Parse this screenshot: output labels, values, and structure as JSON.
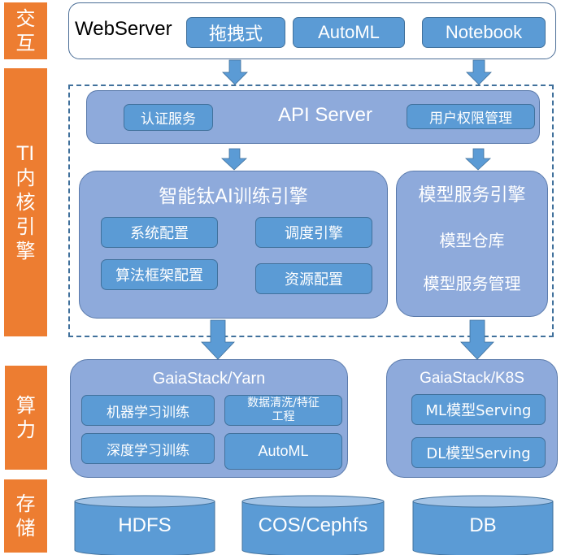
{
  "layers": {
    "interaction": "交\n互",
    "core": "TI\n内\n核\n引\n擎",
    "compute": "算\n力",
    "storage": "存\n储"
  },
  "interaction": {
    "webserver_label": "WebServer",
    "buttons": [
      "拖拽式",
      "AutoML",
      "Notebook"
    ]
  },
  "api_server": {
    "title": "API Server",
    "left_item": "认证服务",
    "right_item": "用户权限管理"
  },
  "training_engine": {
    "title": "智能钛AI训练引擎",
    "items": [
      "系统配置",
      "调度引擎",
      "算法框架配置",
      "资源配置"
    ]
  },
  "model_engine": {
    "title": "模型服务引擎",
    "items": [
      "模型仓库",
      "模型服务管理"
    ]
  },
  "yarn": {
    "title": "GaiaStack/Yarn",
    "items": [
      "机器学习训练",
      "数据清洗/特征\n工程",
      "深度学习训练",
      "AutoML"
    ]
  },
  "k8s": {
    "title": "GaiaStack/K8S",
    "items": [
      "ML模型Serving",
      "DL模型Serving"
    ]
  },
  "storage": {
    "items": [
      "HDFS",
      "COS/Cephfs",
      "DB"
    ]
  },
  "colors": {
    "layer_label": "#ed7d31",
    "button": "#5b9bd5",
    "panel": "#8eaadb",
    "dashed_border": "#41719c",
    "arrow": "#5b9bd5"
  }
}
